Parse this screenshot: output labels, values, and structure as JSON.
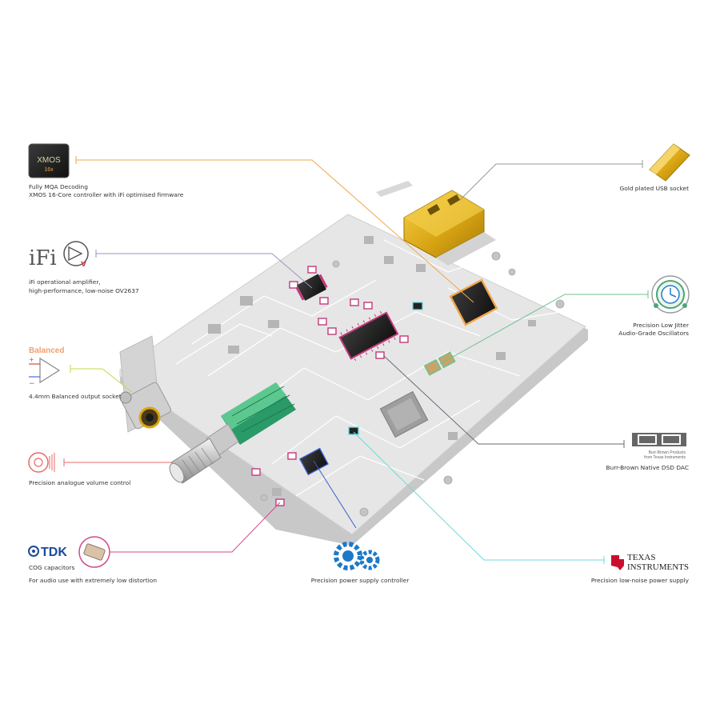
{
  "callouts": {
    "xmos": {
      "logo_main": "XMOS",
      "logo_sub": "16x",
      "line1": "Fully MQA Decoding",
      "line2": "XMOS 16-Core controller with iFi optimised firmware"
    },
    "ifi": {
      "logo": "iFi",
      "line1": "iFi operational amplifier,",
      "line2": "high-performance, low-noise OV2637"
    },
    "balanced": {
      "heading": "Balanced",
      "caption": "4.4mm Balanced output socket"
    },
    "volume": {
      "caption": "Precision analogue volume control"
    },
    "tdk": {
      "logo": "TDK",
      "line1": "COG capacitors",
      "line2": "For audio use with extremely low distortion"
    },
    "power_ctrl": {
      "caption": "Precision power supply controller"
    },
    "usb": {
      "caption": "Gold plated USB socket"
    },
    "oscillator": {
      "line1": "Precision Low Jitter",
      "line2": "Audio-Grade Oscillators"
    },
    "dac": {
      "logo": "BB",
      "logo_sub1": "Burr-Brown Products",
      "logo_sub2": "from Texas Instruments",
      "caption": "Burr-Brown Native DSD DAC"
    },
    "ti": {
      "logo1": "TEXAS",
      "logo2": "INSTRUMENTS",
      "caption": "Precision low-noise power supply"
    }
  },
  "colors": {
    "xmos_line": "#f0a54a",
    "ifi_line": "#9a93c0",
    "balanced_line": "#c8d44a",
    "volume_line": "#e86a6a",
    "tdk_line": "#d14a8a",
    "power_line": "#3a5ec8",
    "usb_line": "#9a9a9a",
    "osc_line": "#6cc08c",
    "dac_line": "#6a6a78",
    "ti_line": "#6fd8dc",
    "balanced_heading": "#f0a070",
    "power_icon": "#1d78c8",
    "ti_red": "#c8102e",
    "tdk_blue": "#1a4a9a",
    "gold": "#e8b820",
    "board": "#e4e4e4",
    "pot_green": "#3fae7a"
  },
  "icons": [
    "xmos-chip-icon",
    "ifi-amp-icon",
    "balanced-amp-icon",
    "volume-knob-icon",
    "capacitor-icon",
    "gear-icon",
    "usb-gold-icon",
    "clock-icon",
    "burr-brown-logo",
    "ti-logo"
  ]
}
